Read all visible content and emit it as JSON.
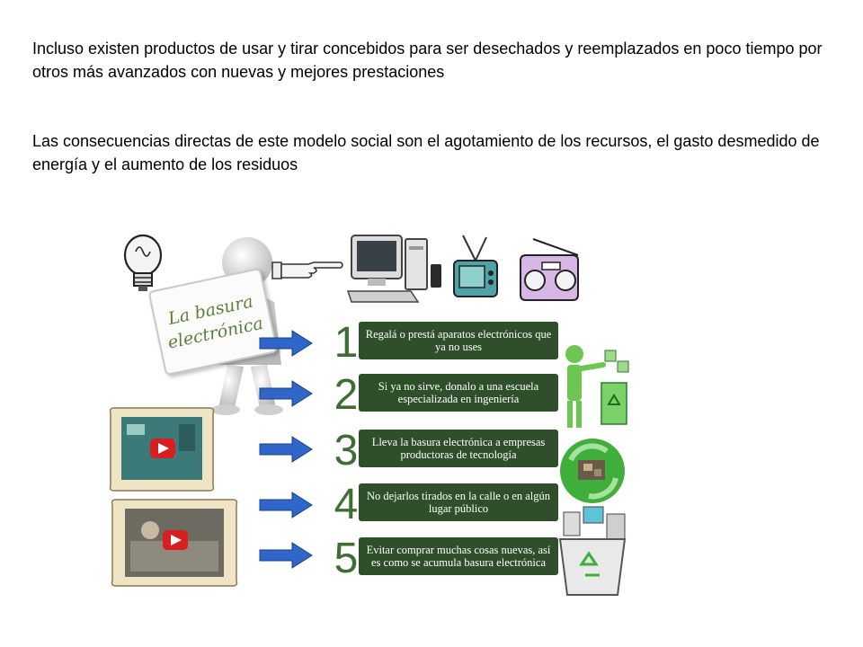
{
  "text": {
    "paragraph_1": "Incluso existen productos de usar y tirar concebidos para ser desechados y reemplazados en poco tiempo por otros más avanzados con nuevas y mejores prestaciones",
    "paragraph_2": "Las consecuencias directas de este modelo social son el agotamiento de los recursos, el gasto desmedido de energía y el aumento de los residuos"
  },
  "infographic": {
    "sign_line_1": "La basura",
    "sign_line_2": "electrónica",
    "steps": [
      {
        "number": "1",
        "text": "Regalá o prestá aparatos electrónicos que ya no uses"
      },
      {
        "number": "2",
        "text": "Si ya no sirve, donalo a una escuela especializada en ingeniería"
      },
      {
        "number": "3",
        "text": "Lleva la basura electrónica a empresas productoras de tecnología"
      },
      {
        "number": "4",
        "text": "No dejarlos tirados en la calle o en algún lugar público"
      },
      {
        "number": "5",
        "text": "Evitar comprar muchas cosas nuevas, así es como se acumula basura electrónica"
      }
    ],
    "colors": {
      "step_box": "#2f4f2b",
      "step_number": "#3f6e35",
      "arrow": "#2f66c9",
      "video_play": "#d71f1f",
      "recycle_green": "#3fae3a"
    }
  }
}
